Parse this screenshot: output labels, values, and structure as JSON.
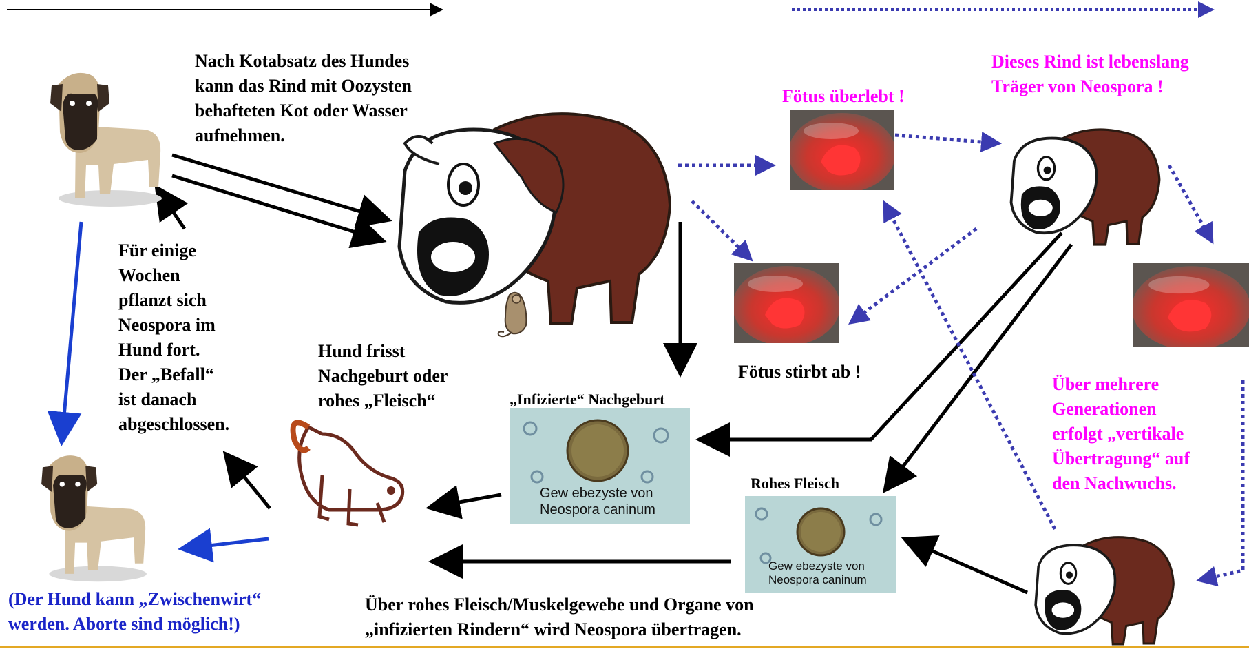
{
  "legend": {
    "solid_arrow": "",
    "dotted_arrow": ""
  },
  "labels": {
    "dog_to_cow": [
      "Nach Kotabsatz des Hundes",
      "kann  das Rind mit Oozysten",
      "behafteten Kot oder Wasser",
      "aufnehmen."
    ],
    "dog_cycle": [
      "Für einige",
      "Wochen",
      "pflanzt sich",
      "Neospora im",
      "Hund fort.",
      "Der „Befall“",
      "ist danach",
      "abgeschlossen."
    ],
    "dog_eats": [
      "Hund frisst",
      "Nachgeburt oder",
      "rohes „Fleisch“"
    ],
    "fetus_survives": "Fötus überlebt !",
    "fetus_dies": "Fötus stirbt ab !",
    "carrier": [
      "Dieses Rind ist lebenslang",
      "Träger von Neospora !"
    ],
    "vertical": [
      "Über mehrere",
      "Generationen",
      "erfolgt „vertikale",
      "Übertragung“ auf",
      "den Nachwuchs."
    ],
    "infected_placenta": "„Infizierte“ Nachgeburt",
    "raw_meat": "Rohes Fleisch",
    "intermediate_host": [
      "(Der Hund kann „Zwischenwirt“",
      "werden. Aborte sind möglich!)"
    ],
    "meat_transmission": [
      "Über rohes Fleisch/Muskelgewebe und Organe von",
      "„infizierten Rindern“ wird Neospora übertragen."
    ]
  },
  "micro": {
    "placenta_caption": [
      "Gew ebezyste von",
      "Neospora caninum"
    ],
    "meat_caption": [
      "Gew ebezyste von",
      "Neospora caninum"
    ]
  },
  "colors": {
    "solid_arrow": "#000000",
    "dotted_arrow": "#3b3bb0",
    "blue_arrow": "#1a3fd0",
    "pink_text": "#ff00ff",
    "blue_text": "#1a24c8",
    "cow_brown": "#6b2a1e",
    "micro_bg": "#b9d6d6",
    "footer_rule": "#e3a824"
  },
  "icons": [
    "dog-icon",
    "cow-icon",
    "fetus-icon",
    "mouse-icon",
    "puppy-icon",
    "cyst-micrograph"
  ]
}
